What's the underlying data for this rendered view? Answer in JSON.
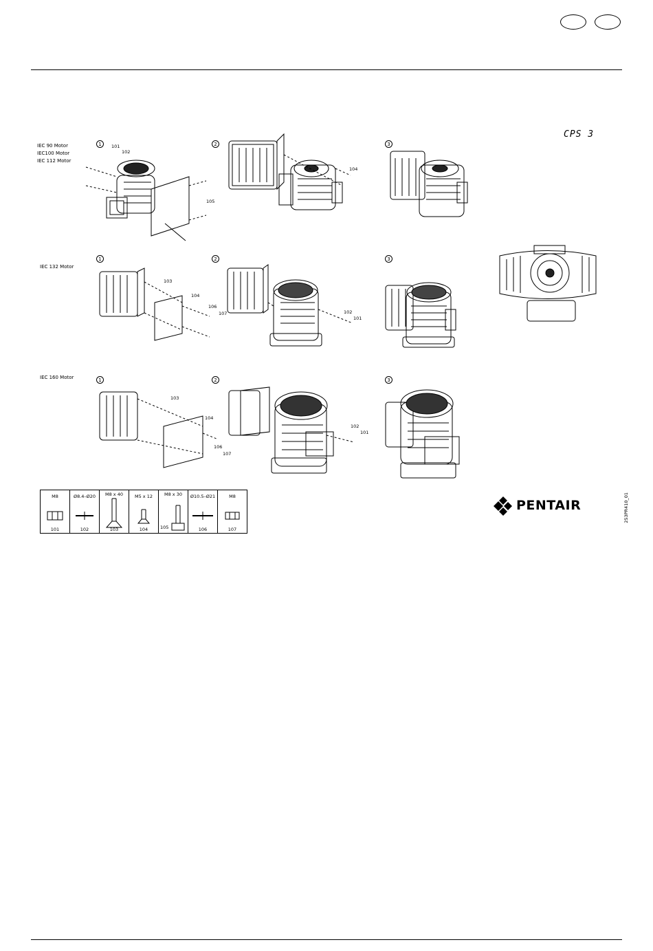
{
  "model_name": "CPS 3",
  "rows": [
    {
      "motor_labels": [
        "IEC 90 Motor",
        "IEC100 Motor",
        "IEC 112 Motor"
      ],
      "steps": [
        "1",
        "2",
        "3"
      ],
      "callouts": {
        "c101": "101",
        "c102": "102",
        "c105": "105",
        "c104": "104"
      }
    },
    {
      "motor_labels": [
        "IEC 132 Motor"
      ],
      "steps": [
        "1",
        "2",
        "3"
      ],
      "callouts": {
        "c103": "103",
        "c104": "104",
        "c106": "106",
        "c107": "107",
        "c102": "102",
        "c101": "101"
      }
    },
    {
      "motor_labels": [
        "IEC 160 Motor"
      ],
      "steps": [
        "1",
        "2",
        "3"
      ],
      "callouts": {
        "c103": "103",
        "c104": "104",
        "c106": "106",
        "c107": "107",
        "c102": "102",
        "c101": "101"
      }
    }
  ],
  "parts_table": [
    {
      "spec": "M8",
      "number": "101",
      "symbol": "nut"
    },
    {
      "spec": "Ø8.4–Ø20",
      "number": "102",
      "symbol": "washer"
    },
    {
      "spec": "M8 x 40",
      "number": "103",
      "symbol": "countersunk-screw"
    },
    {
      "spec": "M5 x 12",
      "number": "104",
      "symbol": "countersunk-screw-small"
    },
    {
      "spec": "M8 x 30",
      "number": "105",
      "symbol": "hex-bolt"
    },
    {
      "spec": "Ø10.5–Ø21",
      "number": "106",
      "symbol": "washer"
    },
    {
      "spec": "M8",
      "number": "107",
      "symbol": "nut-flat"
    }
  ],
  "brand": {
    "name": "PENTAIR",
    "logo_icon": "pentair-logo-icon"
  },
  "doc_code": "253PR410_01"
}
